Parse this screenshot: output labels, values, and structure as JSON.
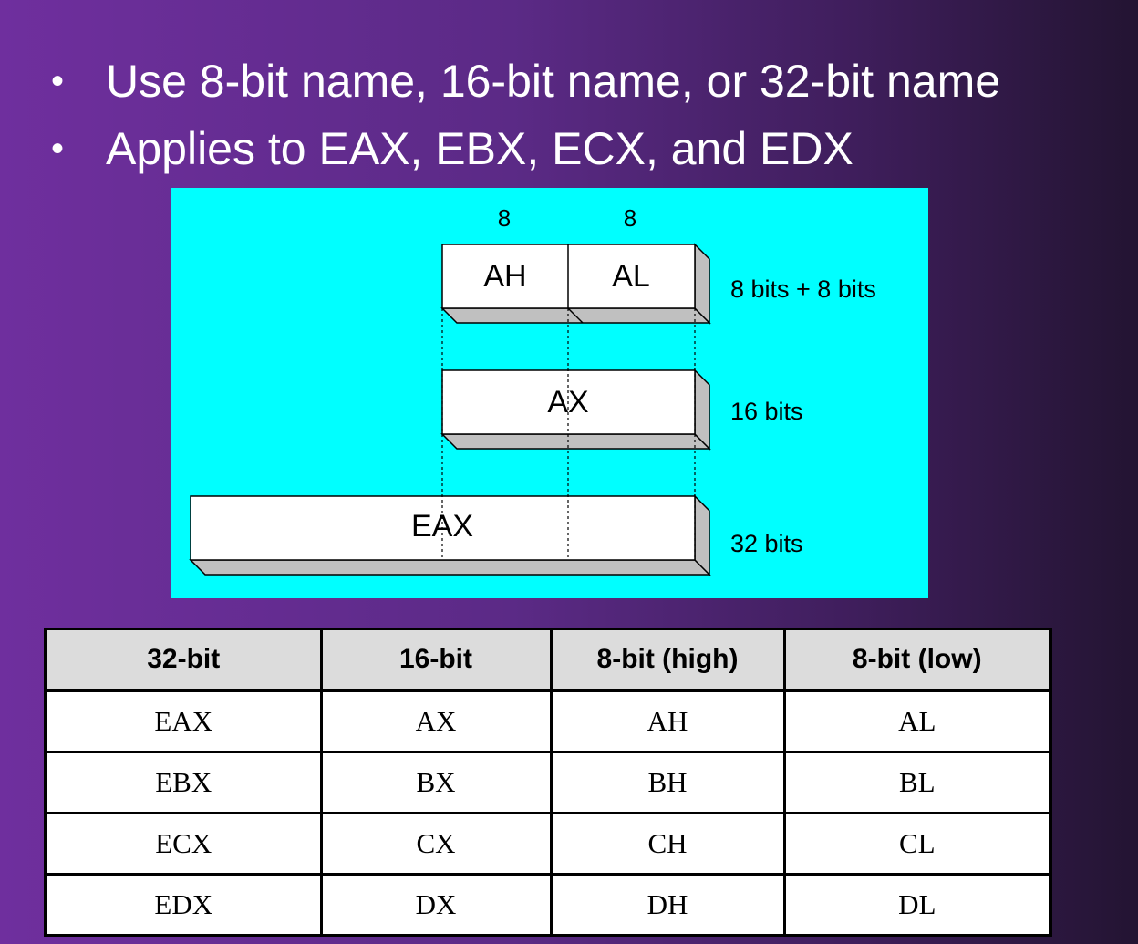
{
  "slide": {
    "bullets": [
      "Use 8-bit name, 16-bit name, or 32-bit name",
      "Applies to EAX, EBX, ECX, and EDX"
    ]
  },
  "diagram": {
    "width_labels": [
      "8",
      "8"
    ],
    "registers": {
      "ah": "AH",
      "al": "AL",
      "ax": "AX",
      "eax": "EAX"
    },
    "size_labels": {
      "eight": "8 bits + 8 bits",
      "sixteen": "16 bits",
      "thirtytwo": "32 bits"
    },
    "background_color": "#00ffff"
  },
  "table": {
    "headers": [
      "32-bit",
      "16-bit",
      "8-bit (high)",
      "8-bit (low)"
    ],
    "rows": [
      [
        "EAX",
        "AX",
        "AH",
        "AL"
      ],
      [
        "EBX",
        "BX",
        "BH",
        "BL"
      ],
      [
        "ECX",
        "CX",
        "CH",
        "CL"
      ],
      [
        "EDX",
        "DX",
        "DH",
        "DL"
      ]
    ]
  }
}
